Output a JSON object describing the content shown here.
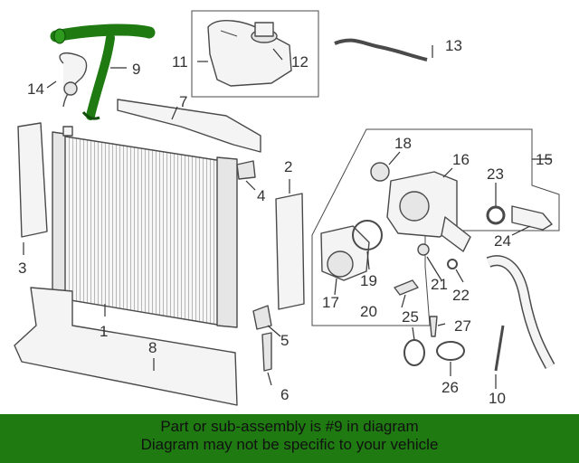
{
  "diagram": {
    "callouts": [
      "1",
      "2",
      "3",
      "4",
      "5",
      "6",
      "7",
      "8",
      "9",
      "10",
      "11",
      "12",
      "13",
      "14",
      "15",
      "16",
      "17",
      "18",
      "19",
      "20",
      "21",
      "22",
      "23",
      "24",
      "25",
      "26",
      "27"
    ],
    "highlight_color": "#1f7a12",
    "line_color": "#333333"
  },
  "banner": {
    "line1": "Part or sub-assembly is #9 in diagram",
    "line2": "Diagram may not be specific to your vehicle",
    "background": "#1f7a12"
  }
}
